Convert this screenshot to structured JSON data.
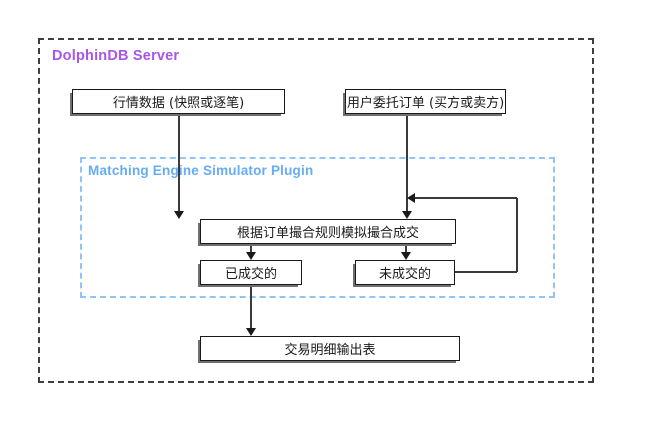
{
  "diagram": {
    "title_hidden": "DolphinDB Matching Engine Simulator flow",
    "regions": {
      "server": {
        "label": "DolphinDB Server",
        "color": "#a855e8",
        "border_color": "#3f3f3f",
        "border_style": "dashed"
      },
      "plugin": {
        "label": "Matching Engine Simulator Plugin",
        "color": "#66acf5",
        "border_color": "#8fc6f7",
        "border_style": "dashed"
      }
    },
    "nodes": {
      "market_data": "行情数据 (快照或逐笔)",
      "user_order": "用户委托订单 (买方或卖方)",
      "match_process": "根据订单撮合规则模拟撮合成交",
      "filled": "已成交的",
      "unfilled": "未成交的",
      "output_table": "交易明细输出表"
    },
    "edges": [
      {
        "from": "market_data",
        "to": "match_process",
        "style": "arrow"
      },
      {
        "from": "user_order",
        "to": "match_process",
        "style": "arrow"
      },
      {
        "from": "match_process",
        "to": "filled",
        "style": "arrow"
      },
      {
        "from": "match_process",
        "to": "unfilled",
        "style": "arrow"
      },
      {
        "from": "filled",
        "to": "output_table",
        "style": "arrow"
      },
      {
        "from": "unfilled",
        "to": "match_process",
        "style": "arrow-feedback"
      }
    ],
    "colors": {
      "node_border": "#1a1a1a",
      "node_fill": "#ffffff",
      "node_shadow": "#6f6f6f",
      "connector": "#3a3a3a",
      "background": "#ffffff"
    }
  }
}
